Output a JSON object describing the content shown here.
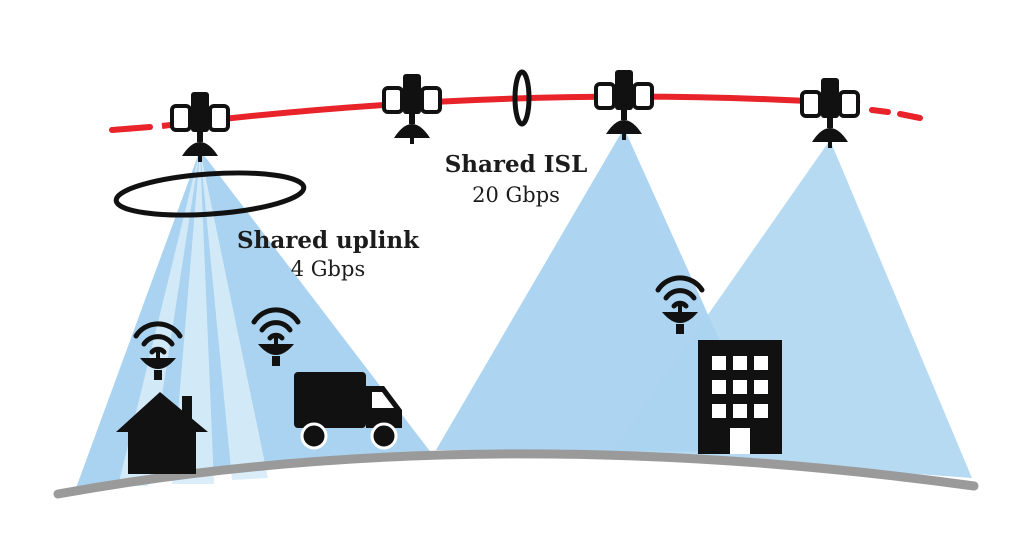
{
  "uplink": {
    "title": "Shared uplink",
    "rate": "4 Gbps"
  },
  "isl": {
    "title": "Shared ISL",
    "rate": "20 Gbps"
  },
  "colors": {
    "beam": "#a9d3f0",
    "beam_light": "#d6ebf8",
    "orbit": "#e8232a",
    "ground": "#9a9a9a",
    "icon": "#111111"
  },
  "icons": [
    "satellite-icon",
    "dish-icon",
    "house-icon",
    "truck-icon",
    "building-icon",
    "rotation-ring-icon"
  ]
}
